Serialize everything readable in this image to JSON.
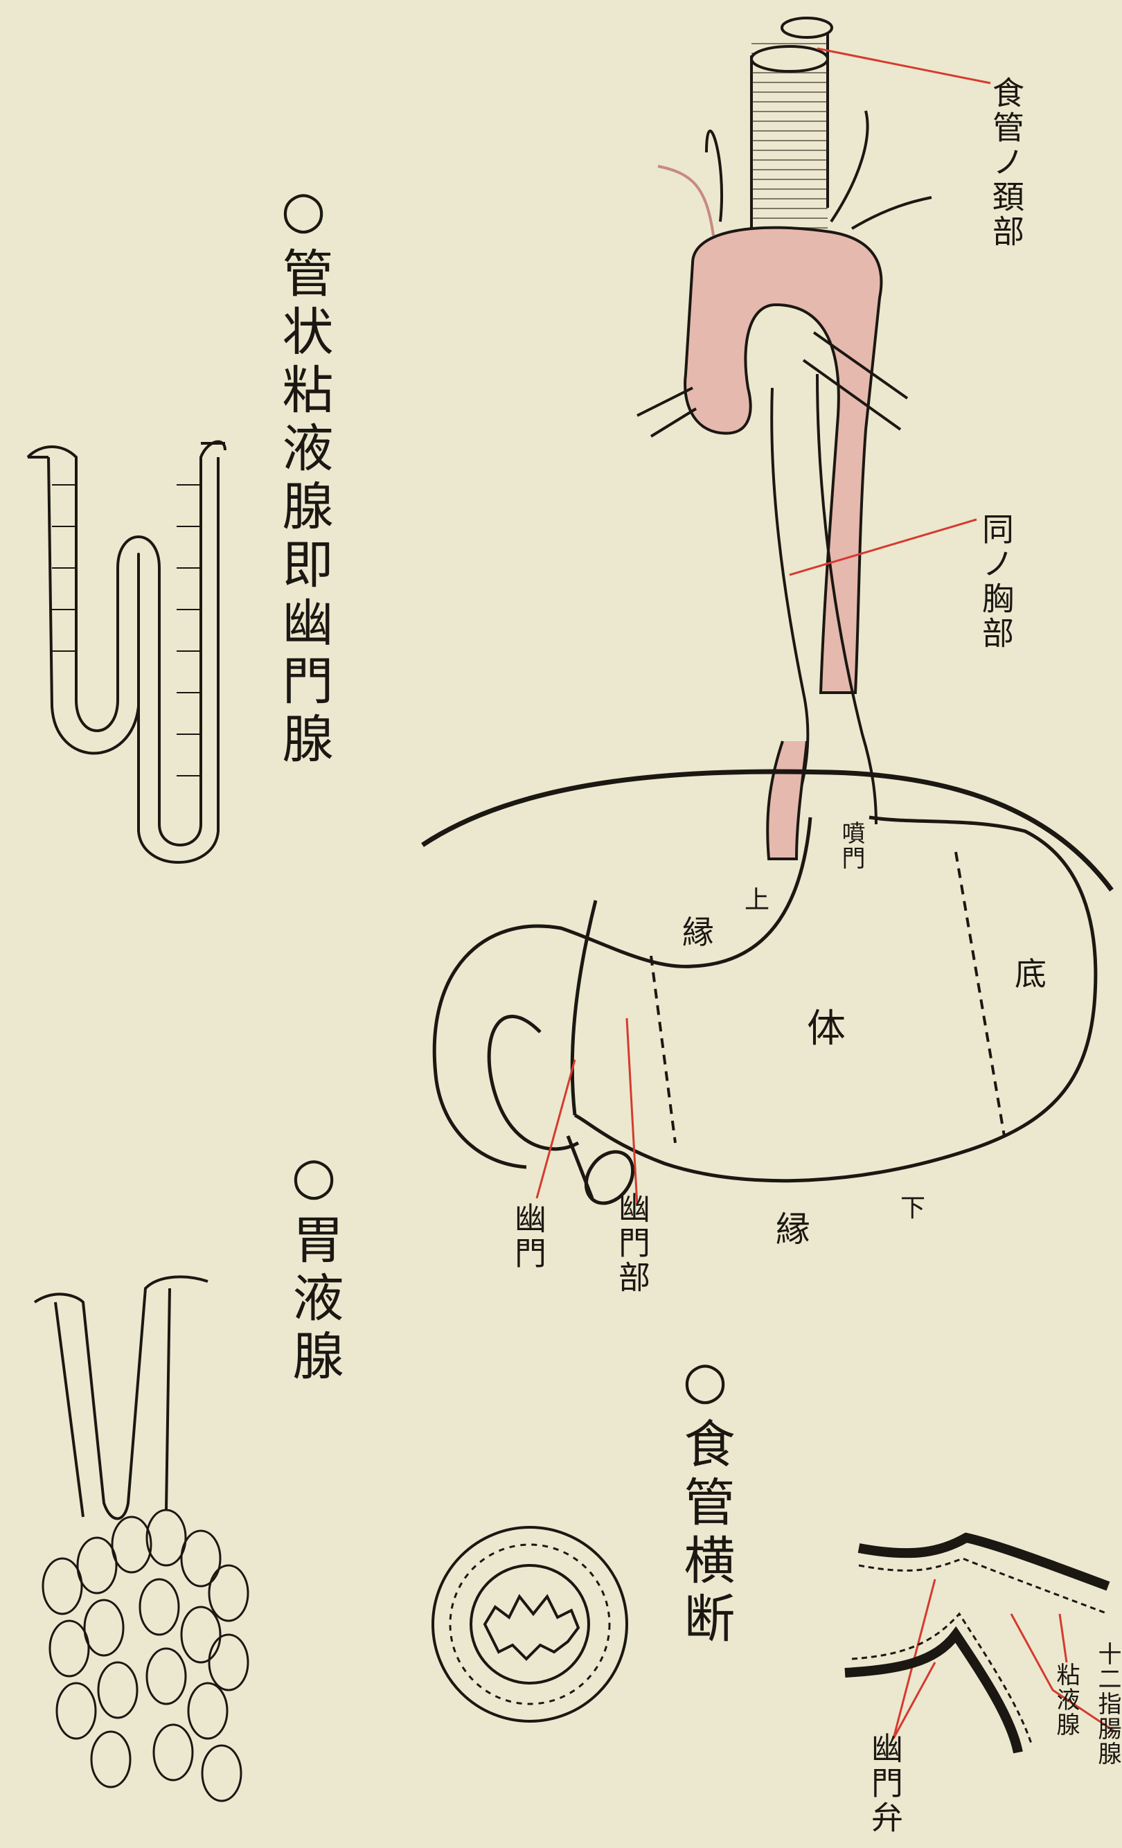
{
  "headings": {
    "tubular_glands": "○管状粘液腺即幽門腺",
    "gastric_glands": "○胃液腺",
    "esophagus_cross_section": "○食管横断"
  },
  "labels": {
    "esophagus_neck": "食管ノ頚部",
    "esophagus_chest": "同ノ胸部",
    "cardia": "噴門",
    "upper": "上",
    "curvature_upper": "縁",
    "body": "体",
    "fundus": "底",
    "lower": "下",
    "curvature_lower": "縁",
    "pylorus": "幽門",
    "pyloric_part": "幽門部",
    "mucous_gland": "粘液腺",
    "duodenal_gland": "十二指腸腺",
    "pyloric_valve": "幽門弁"
  },
  "colors": {
    "paper": "#ebe8cf",
    "ink": "#1b1712",
    "aorta_pink": "#e6b9ae",
    "leader_red": "#d63a2f"
  }
}
